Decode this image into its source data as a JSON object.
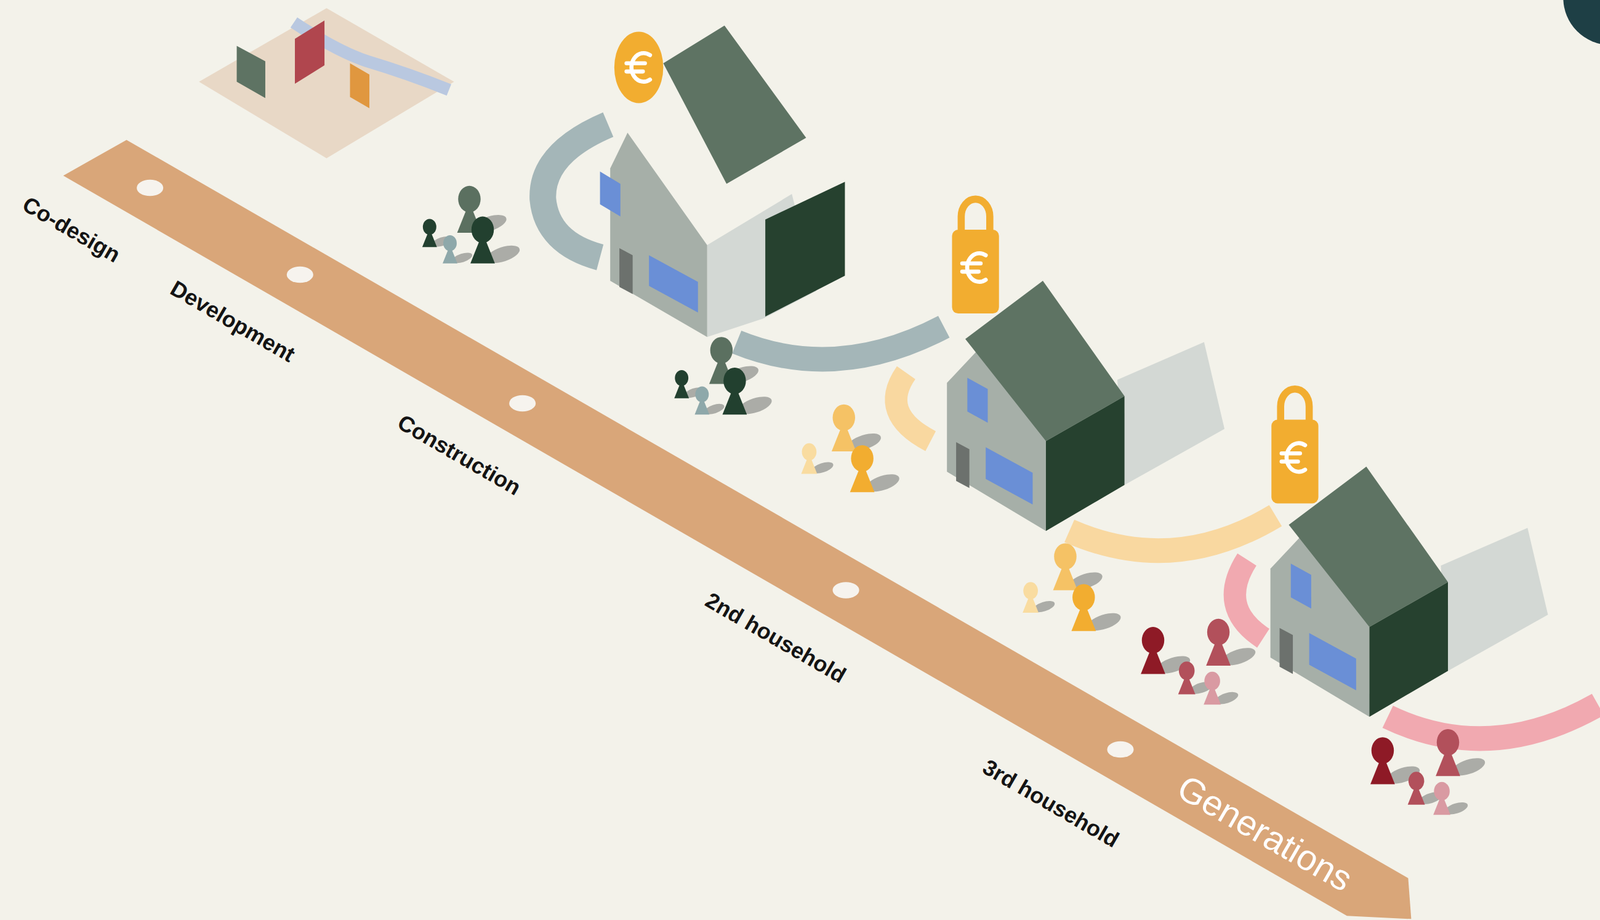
{
  "diagram": {
    "labels": [
      "Co-design",
      "Development",
      "Construction",
      "2nd household",
      "3rd household",
      "Generations"
    ]
  }
}
